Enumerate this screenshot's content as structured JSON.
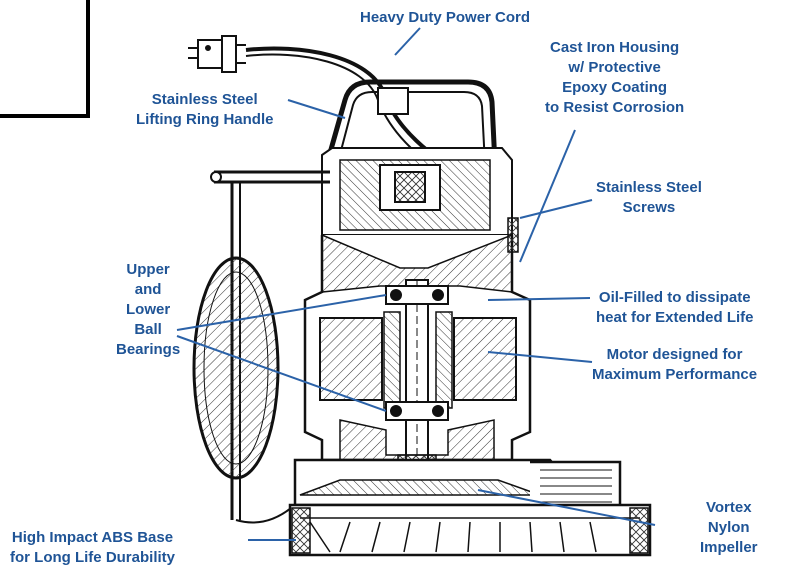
{
  "colors": {
    "label": "#1f5496",
    "leader": "#2b62a8",
    "drawing": "#111111",
    "hatch": "#333333"
  },
  "labels": {
    "power_cord": [
      "Heavy Duty Power Cord"
    ],
    "housing": [
      "Cast Iron Housing",
      "w/ Protective",
      "Epoxy Coating",
      "to Resist Corrosion"
    ],
    "handle": [
      "Stainless Steel",
      "Lifting Ring Handle"
    ],
    "screws": [
      "Stainless Steel",
      "Screws"
    ],
    "bearings": [
      "Upper",
      "and",
      "Lower",
      "Ball",
      "Bearings"
    ],
    "oil": [
      "Oil-Filled to dissipate",
      "heat for Extended Life"
    ],
    "motor": [
      "Motor designed for",
      "Maximum Performance"
    ],
    "impeller": [
      "Vortex",
      "Nylon",
      "Impeller"
    ],
    "base": [
      "High Impact ABS Base",
      "for Long Life Durability"
    ]
  }
}
